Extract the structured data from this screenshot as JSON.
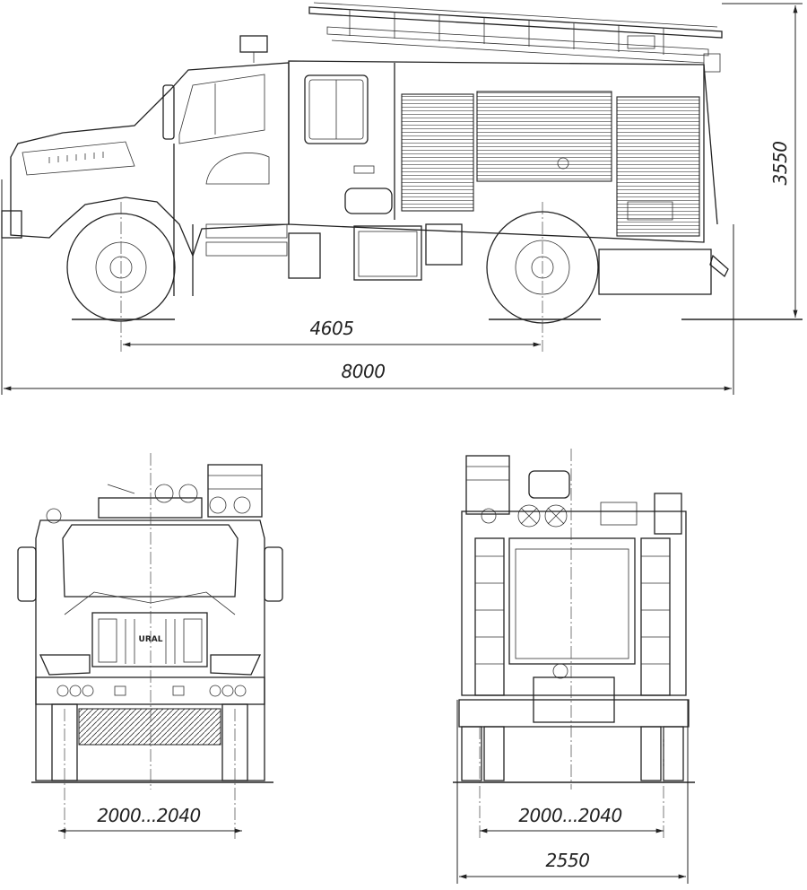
{
  "drawing": {
    "side_view": {
      "wheelbase": "4605",
      "overall_length": "8000",
      "overall_height": "3550"
    },
    "front_view": {
      "track_width": "2000...2040",
      "grille_logo": "URAL"
    },
    "rear_view": {
      "track_width": "2000...2040",
      "overall_width": "2550"
    }
  }
}
